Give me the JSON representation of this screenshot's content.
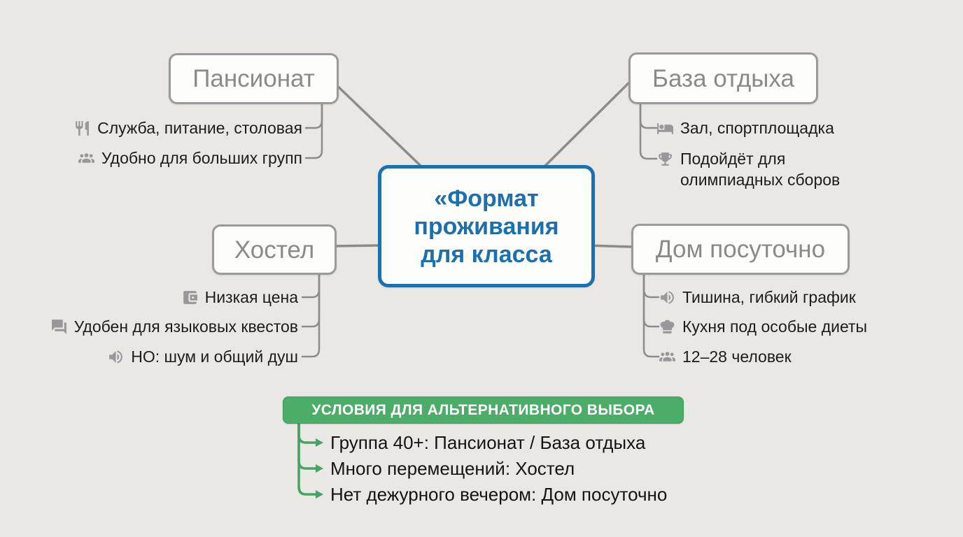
{
  "center": {
    "title": "«Формат проживания для класса"
  },
  "branches": [
    {
      "title": "Пансионат",
      "items": [
        {
          "icon": "utensils-icon",
          "text": "Служба, питание, столовая"
        },
        {
          "icon": "people-icon",
          "text": "Удобно для больших групп"
        }
      ]
    },
    {
      "title": "База отдыха",
      "items": [
        {
          "icon": "bed-icon",
          "text": "Зал, спортплощадка"
        },
        {
          "icon": "trophy-icon",
          "text": "Подойдёт для олимпиадных сборов"
        }
      ]
    },
    {
      "title": "Хостел",
      "items": [
        {
          "icon": "wallet-icon",
          "text": "Низкая цена"
        },
        {
          "icon": "chat-icon",
          "text": "Удобен для языковых квестов"
        },
        {
          "icon": "speaker-icon",
          "text": "НО: шум и общий душ"
        }
      ]
    },
    {
      "title": "Дом посуточно",
      "items": [
        {
          "icon": "speaker-icon",
          "text": "Тишина, гибкий график"
        },
        {
          "icon": "chef-hat-icon",
          "text": "Кухня под особые диеты"
        },
        {
          "icon": "people-icon",
          "text": "12–28 человек"
        }
      ]
    }
  ],
  "alternatives": {
    "header": "УСЛОВИЯ ДЛЯ АЛЬТЕРНАТИВНОГО ВЫБОРА",
    "items": [
      "Группа 40+: Пансионат / База отдыха",
      "Много перемещений: Хостел",
      "Нет дежурного вечером: Дом посуточно"
    ]
  },
  "colors": {
    "background": "#e9e8e5",
    "accent_blue": "#1e6fad",
    "node_border_gray": "#9a9a9a",
    "node_text_gray": "#8a8a8a",
    "connector_gray": "#8b8b8b",
    "item_text": "#1c1c1c",
    "icon_gray": "#98989b",
    "green": "#4bad68",
    "green_arrow": "#45a463"
  }
}
